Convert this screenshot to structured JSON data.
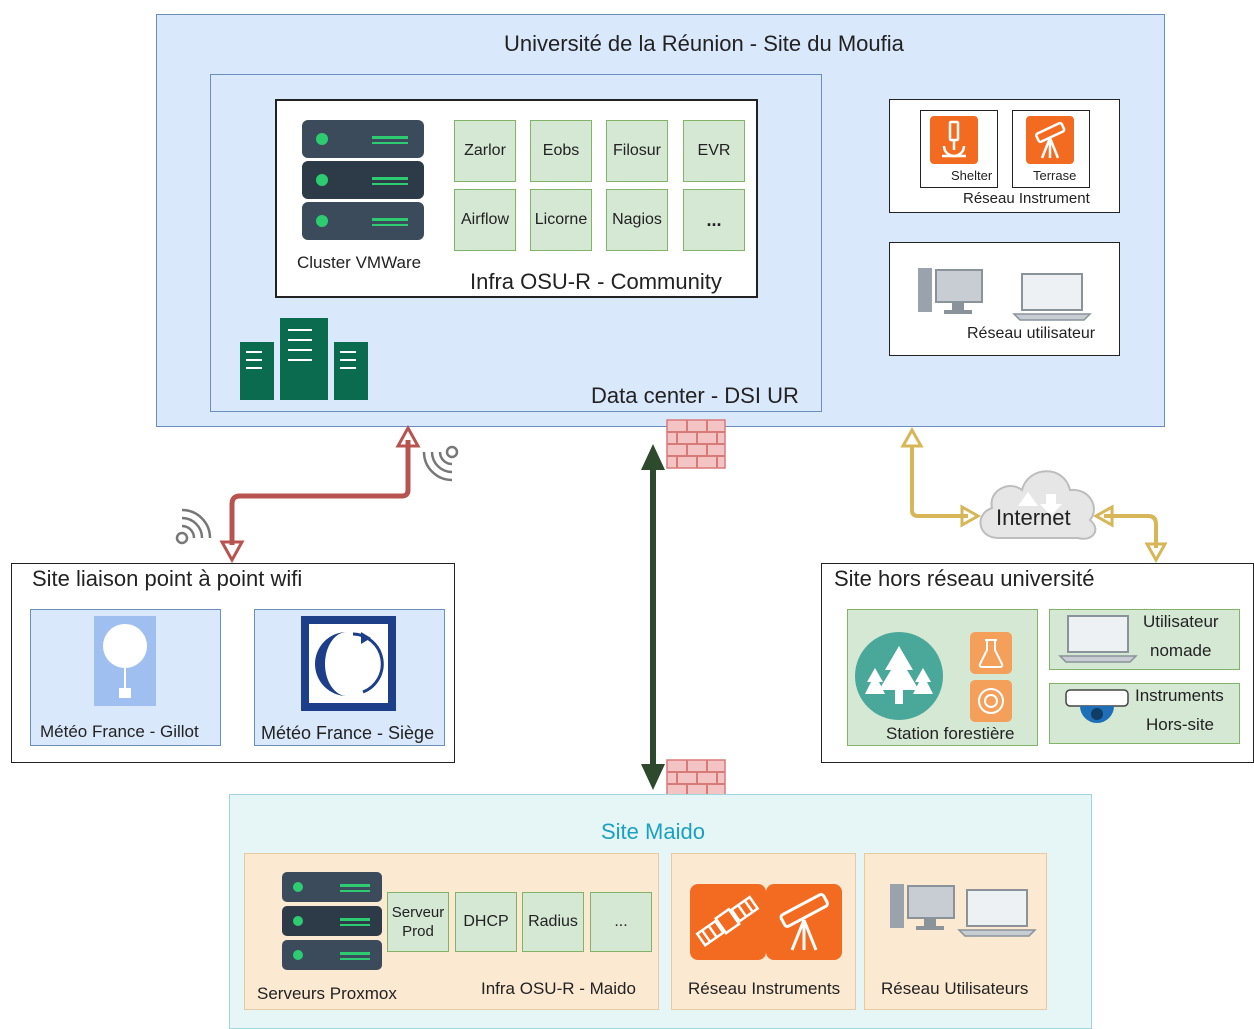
{
  "moufia": {
    "title": "Université de la Réunion - Site du Moufia",
    "datacenter_label": "Data center - DSI UR",
    "community": {
      "label": "Infra OSU-R - Community",
      "cluster_label": "Cluster VMWare",
      "services": [
        "Zarlor",
        "Eobs",
        "Filosur",
        "EVR",
        "Airflow",
        "Licorne",
        "Nagios",
        "..."
      ]
    },
    "instrument_network": {
      "label": "Réseau Instrument",
      "items": [
        "Shelter",
        "Terrase"
      ]
    },
    "user_network": {
      "label": "Réseau utilisateur"
    }
  },
  "internet": {
    "label": "Internet"
  },
  "wifi_site": {
    "title": "Site liaison point à point wifi",
    "items": [
      "Météo France - Gillot",
      "Météo France - Siège"
    ]
  },
  "offsite": {
    "title": "Site hors réseau université",
    "station_label": "Station forestière",
    "nomad_user": [
      "Utilisateur",
      "nomade"
    ],
    "instruments_offsite": [
      "Instruments",
      "Hors-site"
    ]
  },
  "maido": {
    "title": "Site Maido",
    "infra_label": "Infra OSU-R - Maido",
    "servers_label": "Serveurs Proxmox",
    "services": [
      "Serveur\nProd",
      "DHCP",
      "Radius",
      "..."
    ],
    "instruments_label": "Réseau Instruments",
    "users_label": "Réseau Utilisateurs"
  },
  "colors": {
    "moufia_bg": "#dae8fc",
    "moufia_border": "#6c8ebf",
    "service_green": "#d5e8d4",
    "maido_bg": "#e6f6f7",
    "maido_title": "#1ba1bf",
    "wifi_link": "#b85450",
    "internet_link": "#d6b656",
    "maido_link": "#2d4a2d",
    "server_rack": "#3b4b5c",
    "datacenter_green": "#0b6b4e",
    "instrument_orange": "#f26b21"
  }
}
